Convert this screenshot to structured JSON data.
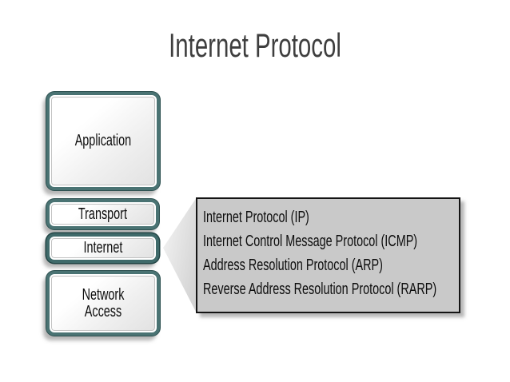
{
  "slide": {
    "title": "Internet Protocol"
  },
  "diagram": {
    "layers": [
      {
        "id": "application",
        "label": "Application"
      },
      {
        "id": "transport",
        "label": "Transport"
      },
      {
        "id": "internet",
        "label": "Internet",
        "highlighted": true
      },
      {
        "id": "network-access",
        "label": "Network Access"
      }
    ],
    "callout": {
      "points_to": "internet",
      "items": [
        "Internet Protocol (IP)",
        "Internet Control Message Protocol (ICMP)",
        "Address Resolution Protocol (ARP)",
        "Reverse Address Resolution Protocol (RARP)"
      ]
    }
  },
  "colors": {
    "box_border_teal": "#4a7373",
    "box_border_dark_edge": "#2e5151",
    "box_fill_light": "#f2f2f2",
    "callout_fill": "#c9c9c9",
    "callout_border": "#141414",
    "title_text": "#3e3e3e",
    "body_text": "#0d0d0d",
    "background": "#ffffff"
  }
}
